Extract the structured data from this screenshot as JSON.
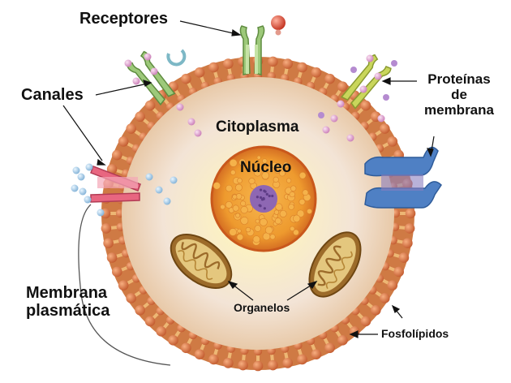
{
  "labels": {
    "receptores": "Receptores",
    "canales": "Canales",
    "proteinas": [
      "Proteínas",
      "de",
      "membrana"
    ],
    "citoplasma": "Citoplasma",
    "nucleo": "Núcleo",
    "membrana": [
      "Membrana",
      "plasmática"
    ],
    "organelos": "Organelos",
    "fosfolipidos": "Fosfolípidos"
  },
  "colors": {
    "lipid_head": "#cf6a3c",
    "lipid_tail": "#edb774",
    "cytoplasm": "#f6e6d4",
    "nucleus": "#ee9a2e",
    "nucleolus": "#8e67b3",
    "receptor_protein": "#a6cf7f",
    "channel_protein": "#e86680",
    "membrane_protein": "#4f80c4",
    "mitochondrion": "#b88a3c",
    "ion_blue": "#a9cde6",
    "ion_pink": "#e8a7d3",
    "signal_molecule": "#e0462f"
  },
  "icons": [
    "cell-membrane-icon",
    "mitochondrion-icon",
    "receptor-protein-icon",
    "channel-protein-icon",
    "membrane-protein-icon"
  ]
}
